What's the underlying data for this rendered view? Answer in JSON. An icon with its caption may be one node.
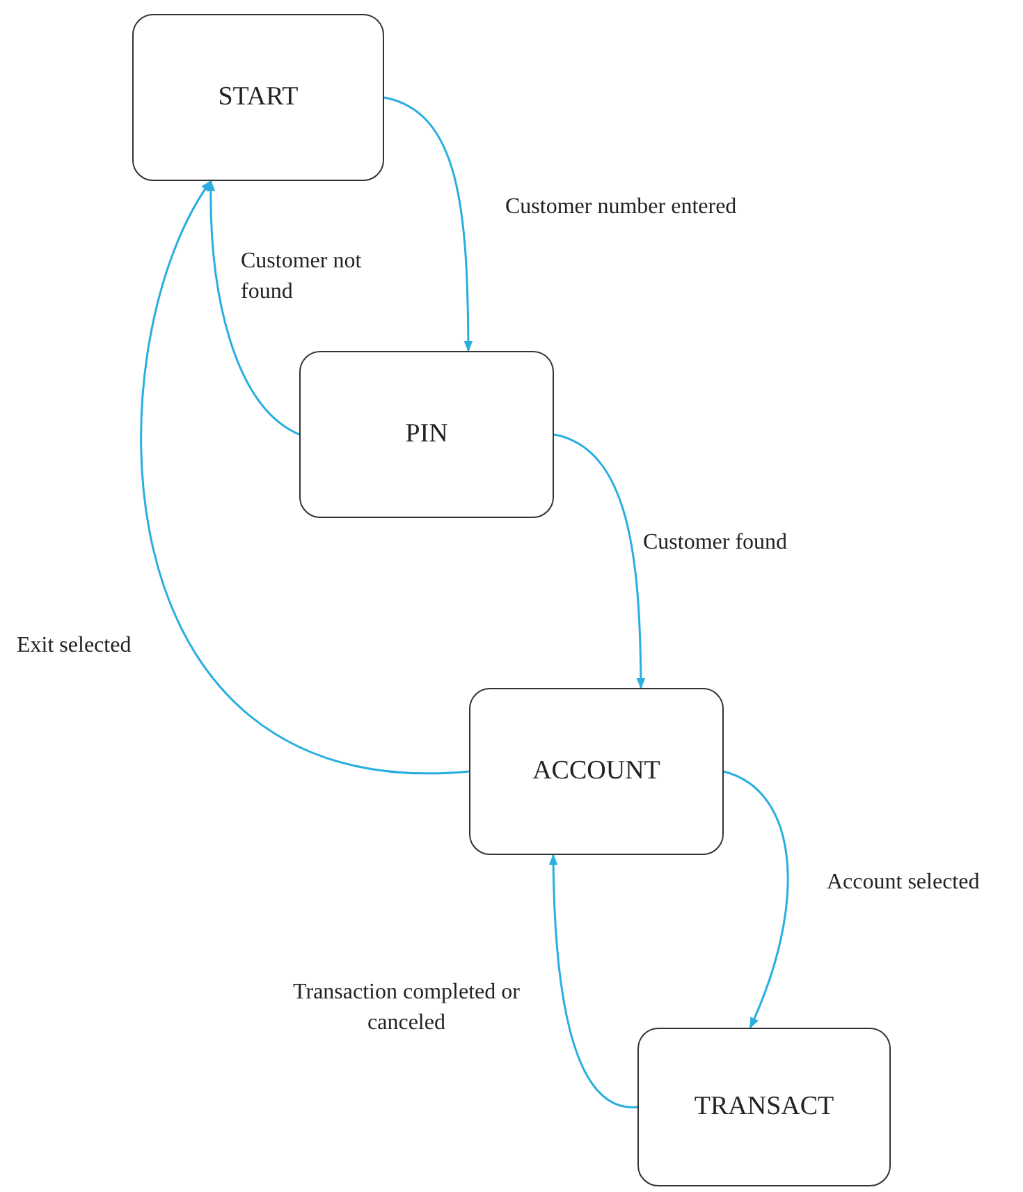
{
  "diagram": {
    "nodes": [
      {
        "text": [
          "START"
        ]
      },
      {
        "text": [
          "PIN"
        ]
      },
      {
        "text": [
          "ACCOUNT"
        ]
      },
      {
        "text": [
          "TRANSACT"
        ]
      }
    ],
    "edges": [
      {
        "from": 0,
        "to": 1,
        "arrow": "to",
        "label": "Customer number entered"
      },
      {
        "from": 1,
        "to": 0,
        "arrow": "to",
        "label": "Customer not found"
      },
      {
        "from": 1,
        "to": 2,
        "arrow": "to",
        "label": "Customer found"
      },
      {
        "from": 2,
        "to": 0,
        "arrow": "to",
        "label": "Exit selected"
      },
      {
        "from": 2,
        "to": 3,
        "arrow": "to",
        "label": "Account selected"
      },
      {
        "from": 3,
        "to": 2,
        "arrow": "to",
        "label": "Transaction completed or canceled"
      }
    ]
  }
}
